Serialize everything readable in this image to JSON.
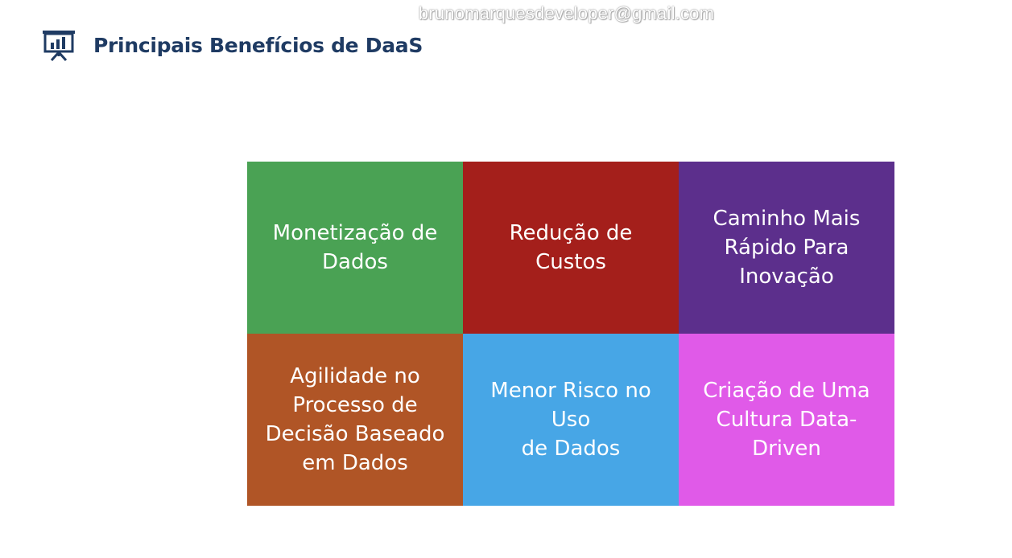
{
  "watermark": "brunomarquesdeveloper@gmail.com",
  "header": {
    "title": "Principais Benefícios de DaaS",
    "icon": "presentation-chart-icon"
  },
  "tiles": [
    {
      "label": "Monetização de\nDados",
      "color": "#4aa254"
    },
    {
      "label": "Redução de\nCustos",
      "color": "#a41f1b"
    },
    {
      "label": "Caminho Mais\nRápido Para\nInovação",
      "color": "#5c2f8c"
    },
    {
      "label": "Agilidade no\nProcesso de\nDecisão Baseado\nem Dados",
      "color": "#b05526"
    },
    {
      "label": "Menor Risco no Uso\nde Dados",
      "color": "#47a6e6"
    },
    {
      "label": "Criação de Uma\nCultura Data-Driven",
      "color": "#e05ae8"
    }
  ],
  "colors": {
    "title": "#1f3b63",
    "icon": "#1f3b63"
  }
}
